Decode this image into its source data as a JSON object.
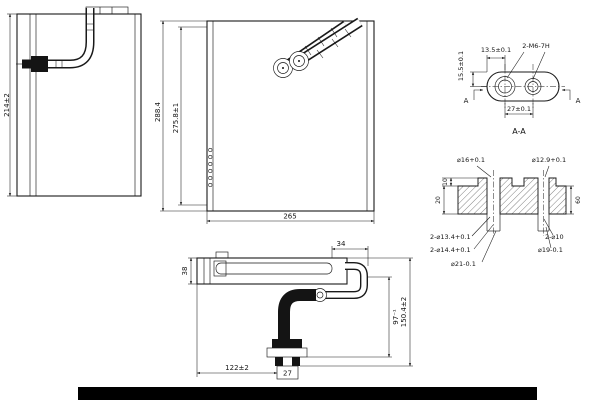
{
  "drawing": {
    "side_view": {
      "height": "214±2"
    },
    "front_view": {
      "overall_height": "288.4",
      "core_height": "275.8±1",
      "width": "265"
    },
    "section_aa": {
      "label": "A-A",
      "cut_mark": "A",
      "port_rise": "15.5±0.1",
      "port_inset": "13.5±0.1",
      "thread_callout": "2-M6-7H",
      "port_spacing": "27±0.1"
    },
    "flange_view": {
      "bore_left": "⌀16+0.1",
      "bore_right": "⌀12.9+0.1",
      "step_depth": "10",
      "total_depth": "20",
      "width": "60",
      "cbore_a": "2-⌀13.4+0.1",
      "cbore_b": "2-⌀14.4+0.1",
      "boss_a": "⌀21-0.1",
      "holes": "2-⌀10",
      "boss_b": "⌀19-0.1"
    },
    "top_view": {
      "core_depth": "38",
      "bend_offset": "34",
      "drop_height": "97⁻¹",
      "overall_height": "150.4±2",
      "fitting_offset": "122±2",
      "stub_spacing": "27"
    }
  }
}
